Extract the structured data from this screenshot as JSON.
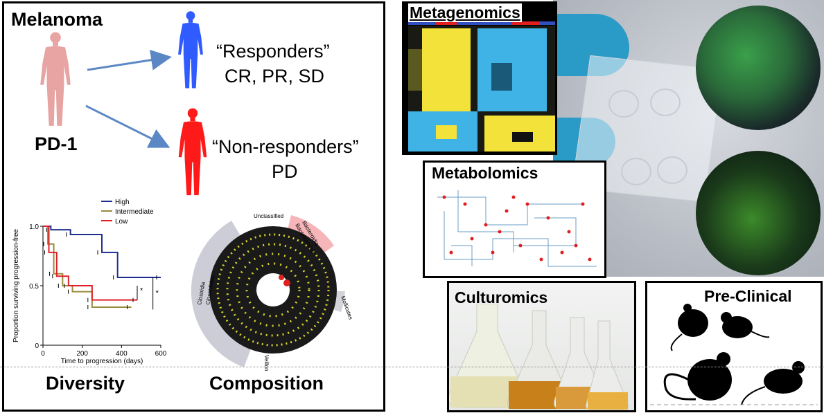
{
  "left_panel": {
    "title": "Melanoma",
    "treatment": "PD-1",
    "responders": {
      "label": "“Responders”",
      "subtitle": "CR, PR, SD"
    },
    "nonresponders": {
      "label": "“Non-responders”",
      "subtitle": "PD"
    },
    "diversity_label": "Diversity",
    "composition_label": "Composition"
  },
  "chart_data": {
    "type": "line",
    "xlabel": "Time to progression (days)",
    "ylabel": "Proportion surviving progression-free",
    "xlim": [
      0,
      600
    ],
    "ylim": [
      0,
      1.0
    ],
    "xticks": [
      "0",
      "200",
      "400",
      "600"
    ],
    "yticks": [
      "0",
      "0.5",
      "1.0"
    ],
    "legend_position": "top-right",
    "grid": false,
    "series": [
      {
        "name": "High",
        "color": "#1f2f8f",
        "x": [
          0,
          40,
          140,
          300,
          380,
          600
        ],
        "y": [
          1.0,
          0.97,
          0.93,
          0.78,
          0.57,
          0.57
        ]
      },
      {
        "name": "Intermediate",
        "color": "#9a8a3c",
        "x": [
          0,
          25,
          55,
          100,
          150,
          250,
          450
        ],
        "y": [
          1.0,
          0.85,
          0.6,
          0.5,
          0.45,
          0.32,
          0.32
        ]
      },
      {
        "name": "Low",
        "color": "#e0202a",
        "x": [
          0,
          30,
          70,
          130,
          250,
          480
        ],
        "y": [
          1.0,
          0.78,
          0.58,
          0.5,
          0.38,
          0.38
        ]
      }
    ],
    "annotations": [
      "*",
      "*"
    ]
  },
  "cladogram": {
    "labels": [
      "Unclassified",
      "Bacteroidia",
      "Bacteroidales",
      "Clostridia",
      "Clostridiales",
      "Mollicutes",
      "Veillonellales"
    ]
  },
  "metagenomics": {
    "title": "Metagenomics"
  },
  "metabolomics": {
    "title": "Metabolomics"
  },
  "culturomics": {
    "title": "Culturomics"
  },
  "preclinical": {
    "title": "Pre-Clinical"
  },
  "colors": {
    "responder": "#2f5bff",
    "nonresponder": "#ff1a1a",
    "patient": "#e8a3a3",
    "arrow": "#5b87c5",
    "heat_yellow": "#f2e23a",
    "heat_blue": "#3fb2e6"
  }
}
